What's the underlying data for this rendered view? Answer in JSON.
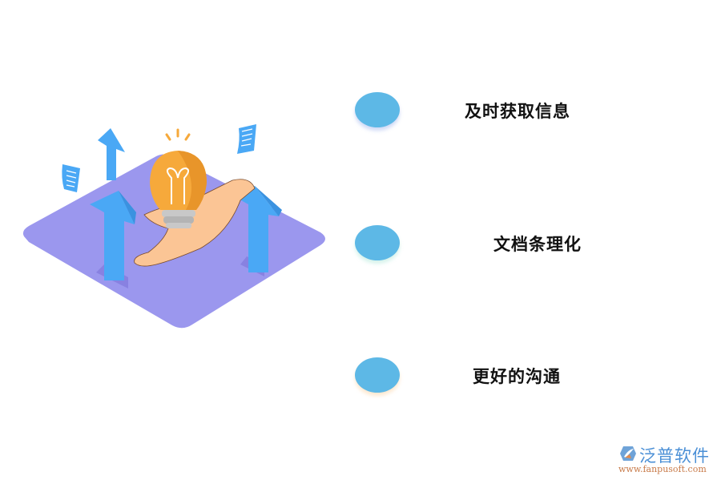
{
  "items": [
    {
      "label": "及时获取信息",
      "dot_color": "#5db8e6"
    },
    {
      "label": "文档条理化",
      "dot_color": "#5db8e6"
    },
    {
      "label": "更好的沟通",
      "dot_color": "#5db8e6"
    }
  ],
  "illustration": {
    "description": "Isometric purple platform with a hand holding a glowing light bulb, blue up arrows and floating documents",
    "colors": {
      "platform": "#9b97ee",
      "arrow": "#4aa8f5",
      "bulb": "#f6a93b",
      "hand": "#fbc595"
    }
  },
  "logo": {
    "name": "泛普软件",
    "url": "www.fanpusoft.com"
  }
}
